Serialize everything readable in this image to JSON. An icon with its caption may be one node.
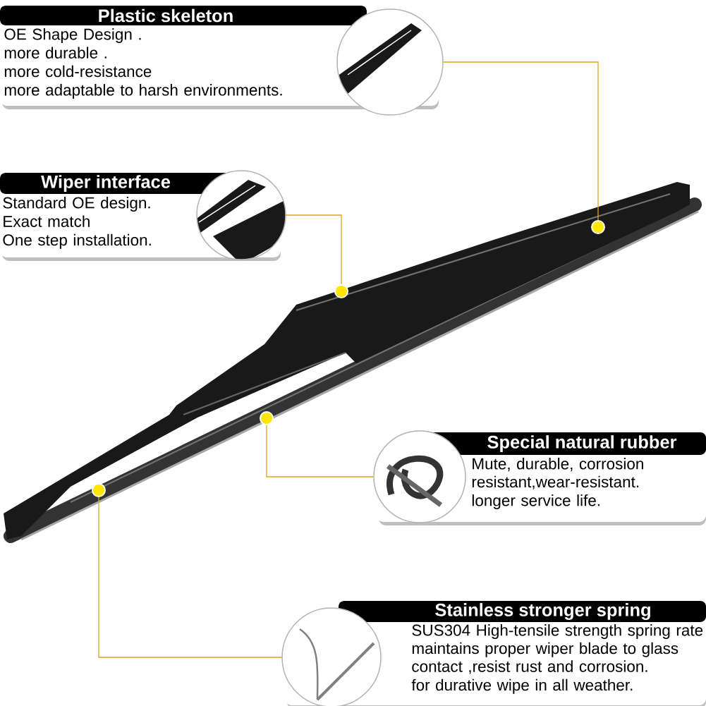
{
  "diagram": {
    "nodes": [
      {
        "text": [
          "Plastic skeleton",
          "OE Shape Design .",
          "more durable .",
          "more cold-resistance",
          "more adaptable to harsh environments."
        ]
      },
      {
        "text": [
          "Wiper interface",
          "Standard OE design.",
          "Exact match",
          "One step installation."
        ]
      },
      {
        "text": [
          "Special natural rubber",
          "Mute, durable, corrosion resistant,wear-resistant.",
          "longer service life."
        ]
      },
      {
        "text": [
          "Stainless stronger spring",
          "SUS304 High-tensile strength spring rate maintains proper wiper blade to glass contact ,resist rust and corrosion.",
          "for durative wipe in all weather."
        ]
      },
      {
        "text": [],
        "shape": "circle"
      },
      {
        "text": [],
        "shape": "circle"
      },
      {
        "text": [],
        "shape": "circle"
      },
      {
        "text": [],
        "shape": "circle"
      }
    ],
    "edges": [
      {
        "from": 0,
        "to": 4,
        "arrow": "none"
      },
      {
        "from": 1,
        "to": 5,
        "arrow": "none"
      },
      {
        "from": 2,
        "to": 6,
        "arrow": "none"
      },
      {
        "from": 3,
        "to": 7,
        "arrow": "none"
      }
    ]
  }
}
